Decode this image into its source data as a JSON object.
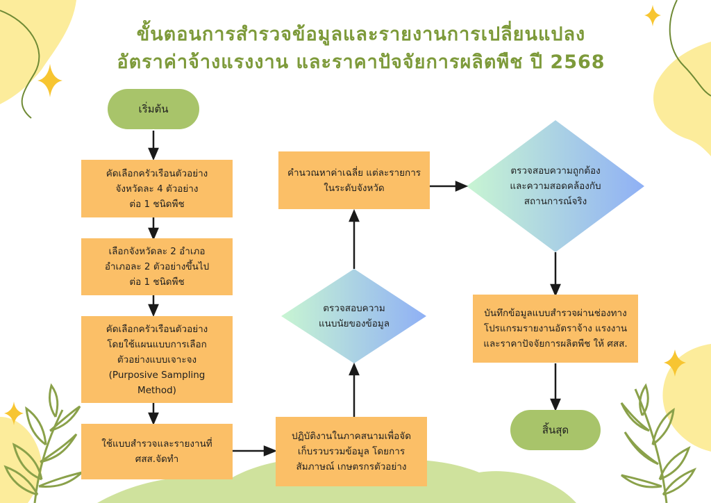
{
  "title": {
    "line1": "ขั้นตอนการสำรวจข้อมูลและรายงานการเปลี่ยนแปลง",
    "line2": "อัตราค่าจ้างแรงงาน และราคาปัจจัยการผลิตพืช ปี 2568"
  },
  "nodes": {
    "start": "เริ่มต้น",
    "step1": [
      "คัดเลือกครัวเรือนตัวอย่าง",
      "จังหวัดละ 4 ตัวอย่าง",
      "ต่อ 1 ชนิดพืช"
    ],
    "step2": [
      "เลือกจังหวัดละ 2 อำเภอ",
      "อำเภอละ 2 ตัวอย่างขึ้นไป",
      "ต่อ 1 ชนิดพืช"
    ],
    "step3": [
      "คัดเลือกครัวเรือนตัวอย่าง",
      "โดยใช้แผนแบบการเลือก",
      "ตัวอย่างแบบเจาะจง",
      "(Purposive Sampling",
      "Method)"
    ],
    "step4": [
      "ใช้แบบสำรวจและรายงานที่",
      "ศสส.จัดทำ"
    ],
    "step5": [
      "ปฏิบัติงานในภาคสนามเพื่อจัด",
      "เก็บรวบรวมข้อมูล โดยการ",
      "สัมภาษณ์ เกษตรกรตัวอย่าง"
    ],
    "check1": [
      "ตรวจสอบความ",
      "แนบนัยของข้อมูล"
    ],
    "step6": [
      "คำนวณหาค่าเฉลี่ย แต่ละรายการ",
      "ในระดับจังหวัด"
    ],
    "check2": [
      "ตรวจสอบความถูกต้อง",
      "และความสอดคล้องกับ",
      "สถานการณ์จริง"
    ],
    "step7": [
      "บันทึกข้อมูลแบบสำรวจผ่านช่องทาง",
      "โปรแกรมรายงานอัตราจ้าง แรงงาน",
      "และราคาปัจจัยการผลิตพืช ให้ ศสส."
    ],
    "end": "สิ้นสุด"
  },
  "colors": {
    "title": "#7d9a3a",
    "box": "#fbbf67",
    "pill": "#a8c46a",
    "diamond_from": "#c8f5d2",
    "diamond_to": "#8fb0f5",
    "blob": "#fcec9b",
    "leaf": "#8aa14a",
    "sparkle": "#f7c531"
  }
}
